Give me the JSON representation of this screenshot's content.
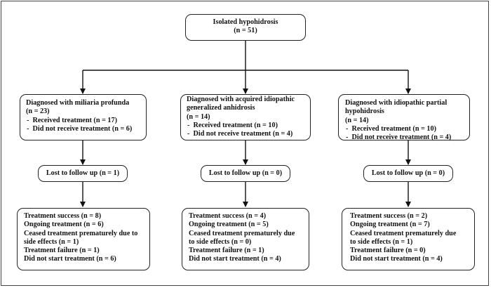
{
  "root": {
    "title": "Isolated hypohidrosis",
    "count": "(n = 51)"
  },
  "columns": [
    {
      "diagnosis": {
        "title_lines": [
          "Diagnosed with miliaria profunda"
        ],
        "count": "(n = 23)",
        "items": [
          "Received treatment (n = 17)",
          "Did not receive treatment (n = 6)"
        ]
      },
      "followup": "Lost to follow up (n = 1)",
      "outcomes": [
        "Treatment success (n = 8)",
        "Ongoing treatment (n = 6)",
        "Ceased treatment prematurely due to",
        "side effects (n = 1)",
        "Treatment failure (n = 1)",
        "Did not start treatment (n = 6)"
      ]
    },
    {
      "diagnosis": {
        "title_lines": [
          "Diagnosed with acquired idiopathic",
          "generalized anhidrosis"
        ],
        "count": "(n = 14)",
        "items": [
          "Received treatment (n = 10)",
          "Did not receive treatment (n = 4)"
        ]
      },
      "followup": "Lost to follow up (n = 0)",
      "outcomes": [
        "Treatment success (n = 4)",
        "Ongoing treatment (n = 5)",
        "Ceased treatment prematurely due",
        "to side effects (n = 0)",
        "Treatment failure (n = 1)",
        "Did not start treatment (n = 4)"
      ]
    },
    {
      "diagnosis": {
        "title_lines": [
          "Diagnosed with idiopathic partial",
          "hypohidrosis"
        ],
        "count": "(n = 14)",
        "items": [
          "Received treatment (n = 10)",
          "Did not receive treatment (n = 4)"
        ]
      },
      "followup": "Lost to follow up (n = 0)",
      "outcomes": [
        "Treatment success (n = 2)",
        "Ongoing treatment (n = 7)",
        "Ceased treatment prematurely due",
        "to side effects (n = 1)",
        "Treatment failure (n = 0)",
        "Did not start treatment (n = 4)"
      ]
    }
  ]
}
